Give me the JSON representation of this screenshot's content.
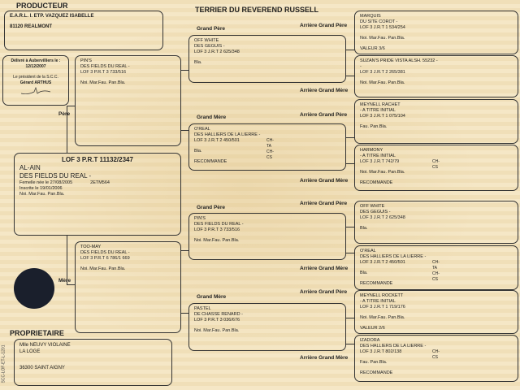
{
  "breed": "TERRIER DU REVEREND RUSSELL",
  "producteur": {
    "title": "PRODUCTEUR",
    "name": "E.A.R.L.  I. ETP. VAZQUEZ ISABELLE",
    "address": "81120 REALMONT"
  },
  "delivery": {
    "line1": "Délivré à Aubervilliers le :",
    "date": "12/12/2007",
    "line2": "Le président de la S.C.C.",
    "president": "Gérard ARTHUS"
  },
  "dog": {
    "lof": "LOF  3 P.R.T 11132/2347",
    "name": "AL-AIN",
    "kennel": "DES FIELDS DU REAL -",
    "birth": "Femelle née le  27/08/2005",
    "id": "2ETM564",
    "registered": "Inscrite le 19/01/2006",
    "colors": "Noi. Mar.Fau. Pan.Bla."
  },
  "labels": {
    "pere": "Père",
    "mere": "Mère",
    "grand_pere": "Grand Père",
    "grand_mere": "Grand Mère",
    "ag_pere": "Arrière Grand Père",
    "ag_mere": "Arrière Grand Mère"
  },
  "pere": {
    "l1": "PIN'S",
    "l2": "DES FIELDS DU REAL -",
    "l3": "LOF 3 P.R.T 3 733/516",
    "l4": "Noi. Mar.Fau. Pan.Bla."
  },
  "mere": {
    "l1": "TOO-MAY",
    "l2": "DES FIELDS DU REAL -",
    "l3": "LOF 3 P.R.T 6 786/1 669",
    "l4": "Noi. Mar.Fau. Pan.Bla."
  },
  "grand": [
    {
      "l1": "OFF WHITE",
      "l2": "DES GEGUIS -",
      "l3": "LOF 3 J.R.T 2 625/348",
      "l4": "Bla.",
      "l5": "",
      "t": ""
    },
    {
      "l1": "O'REAL",
      "l2": "DES HALLIERS DE LA LIERRE -",
      "l3": "LOF 3 J.R.T 2 450/501",
      "l4": "Bla.",
      "l5": "RECOMMANDE",
      "t": "CH-TA CH-CS"
    },
    {
      "l1": "PIN'S",
      "l2": "DES FIELDS DU REAL -",
      "l3": "LOF 3 P.R.T 3 733/516",
      "l4": "Noi. Mar.Fau. Pan.Bla.",
      "l5": "",
      "t": ""
    },
    {
      "l1": "PASTEL",
      "l2": "DE CHASSE RENARD -",
      "l3": "LOF 3 P.R.T 3 036/676",
      "l4": "Noi. Mar.Fau. Pan.Bla.",
      "l5": "",
      "t": ""
    }
  ],
  "arriere": [
    {
      "l1": "MARQUIS",
      "l2": "DU SITE COROT -",
      "l3": "LOF 3 J.R.T 1 534/254",
      "l4": "Noi. Mar.Fau. Pan.Bla.",
      "l5": "VALEUR 3/6",
      "t": ""
    },
    {
      "l1": "SUZAN'S PRIDE VISTA ALSH. 55232  -",
      "l2": "-",
      "l3": "LOF 3 J.R.T 2 265/381",
      "l4": "Noi. Mar.Fau. Pan.Bla.",
      "l5": "",
      "t": ""
    },
    {
      "l1": "MEYNELL RACHET",
      "l2": " - A TITRE INITIAL",
      "l3": "LOF 3 J.R.T 1 075/104",
      "l4": "Fau. Pan.Bla.",
      "l5": "",
      "t": ""
    },
    {
      "l1": "HARMONY",
      "l2": " - A TITRE INITIAL",
      "l3": "LOF 3 J.R.T 742/79",
      "l4": "Noi. Mar.Fau. Pan.Bla.",
      "l5": "RECOMMANDE",
      "t": "CH-CS"
    },
    {
      "l1": "OFF WHITE",
      "l2": "DES GEGUIS -",
      "l3": "LOF 3 J.R.T 2 625/348",
      "l4": "Bla.",
      "l5": "",
      "t": ""
    },
    {
      "l1": "O'REAL",
      "l2": "DES HALLIERS DE LA LIERRE -",
      "l3": "LOF 3 J.R.T 2 450/501",
      "l4": "Bla.",
      "l5": "RECOMMANDE",
      "t": "CH-TA CH-CS"
    },
    {
      "l1": "MEYNELL ROCKETT",
      "l2": " - A TITRE INITIAL",
      "l3": "LOF 3 J.R.T 1 719/176",
      "l4": "Noi. Mar.Fau. Pan.Bla.",
      "l5": "VALEUR 2/6",
      "t": ""
    },
    {
      "l1": "IZADORA",
      "l2": "DES HALLIERS DE LA LIERRE -",
      "l3": "LOF 3 J.R.T 802/138",
      "l4": "Fau. Pan.Bla.",
      "l5": "RECOMMANDE",
      "t": "CH-CS"
    }
  ],
  "proprietaire": {
    "title": "PROPRIETAIRE",
    "name": "Mlle NEUVY VIOLAINE",
    "l2": "LA LOGE",
    "address": "36300 SAINT AIGNY"
  },
  "form_code": "SCC-LOF-ET-L-1201"
}
